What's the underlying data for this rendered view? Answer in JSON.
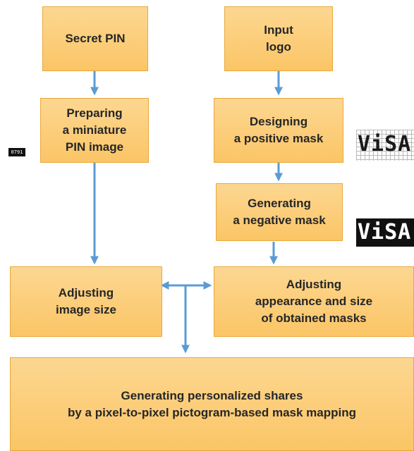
{
  "boxes": {
    "secret_pin": "Secret PIN",
    "input_logo": "Input\nlogo",
    "preparing_pin_image": "Preparing\na miniature\nPIN image",
    "designing_positive_mask": "Designing\na positive mask",
    "generating_negative_mask": "Generating\na negative mask",
    "adjusting_image_size": "Adjusting\nimage size",
    "adjusting_masks": "Adjusting\nappearance and size\nof obtained masks",
    "generating_shares": "Generating personalized shares\nby a pixel-to-pixel pictogram-based mask mapping"
  },
  "images": {
    "pin_miniature_text": "0791",
    "positive_mask_text": "ViSA",
    "negative_mask_text": "ViSA"
  },
  "colors": {
    "box_fill": "#fbc566",
    "box_border": "#e8a93c",
    "arrow": "#5b9bd5"
  }
}
